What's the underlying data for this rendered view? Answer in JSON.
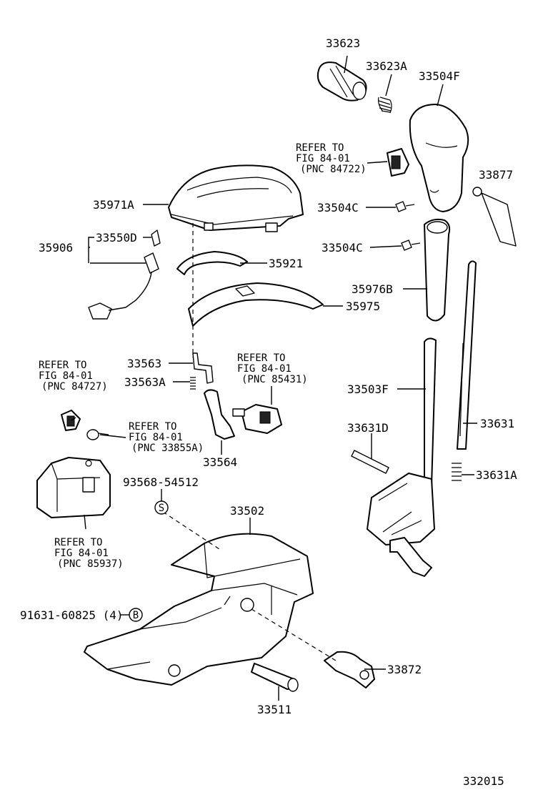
{
  "diagram_id": "332015",
  "labels": {
    "p33623": "33623",
    "p33623A": "33623A",
    "p33504F": "33504F",
    "p33877": "33877",
    "p35971A": "35971A",
    "p33504C_1": "33504C",
    "p33504C_2": "33504C",
    "p35906": "35906",
    "p33550D": "33550D",
    "p35921": "35921",
    "p35976B": "35976B",
    "p35975": "35975",
    "p33563": "33563",
    "p33563A": "33563A",
    "p33503F": "33503F",
    "p33631D": "33631D",
    "p33631": "33631",
    "p33631A": "33631A",
    "p33564": "33564",
    "p93568": "93568-54512",
    "p33502": "33502",
    "p91631": "91631-60825 (4)",
    "p33872": "33872",
    "p33511": "33511"
  },
  "markers": {
    "s": "S",
    "b": "B"
  },
  "refs": {
    "r84722": [
      "REFER TO",
      "FIG 84-01",
      "(PNC 84722)"
    ],
    "r84727": [
      "REFER TO",
      "FIG 84-01",
      "(PNC 84727)"
    ],
    "r85431": [
      "REFER TO",
      "FIG 84-01",
      "(PNC 85431)"
    ],
    "r33855A": [
      "REFER TO",
      "FIG 84-01",
      "(PNC 33855A)"
    ],
    "r85937": [
      "REFER TO",
      "FIG 84-01",
      "(PNC 85937)"
    ]
  }
}
